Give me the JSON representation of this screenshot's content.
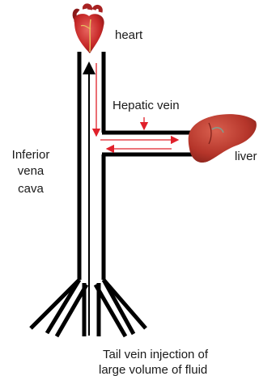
{
  "labels": {
    "heart": "heart",
    "hepatic_vein": "Hepatic vein",
    "liver": "liver",
    "ivc_line1": "Inferior",
    "ivc_line2": "vena",
    "ivc_line3": "cava",
    "injection_line1": "Tail vein injection of",
    "injection_line2": "large volume of fluid"
  },
  "colors": {
    "vessel": "#000000",
    "flow_arrow": "#e0202a",
    "text": "#1a1a1a",
    "heart_red": "#c62828",
    "liver_red": "#b5352a"
  }
}
